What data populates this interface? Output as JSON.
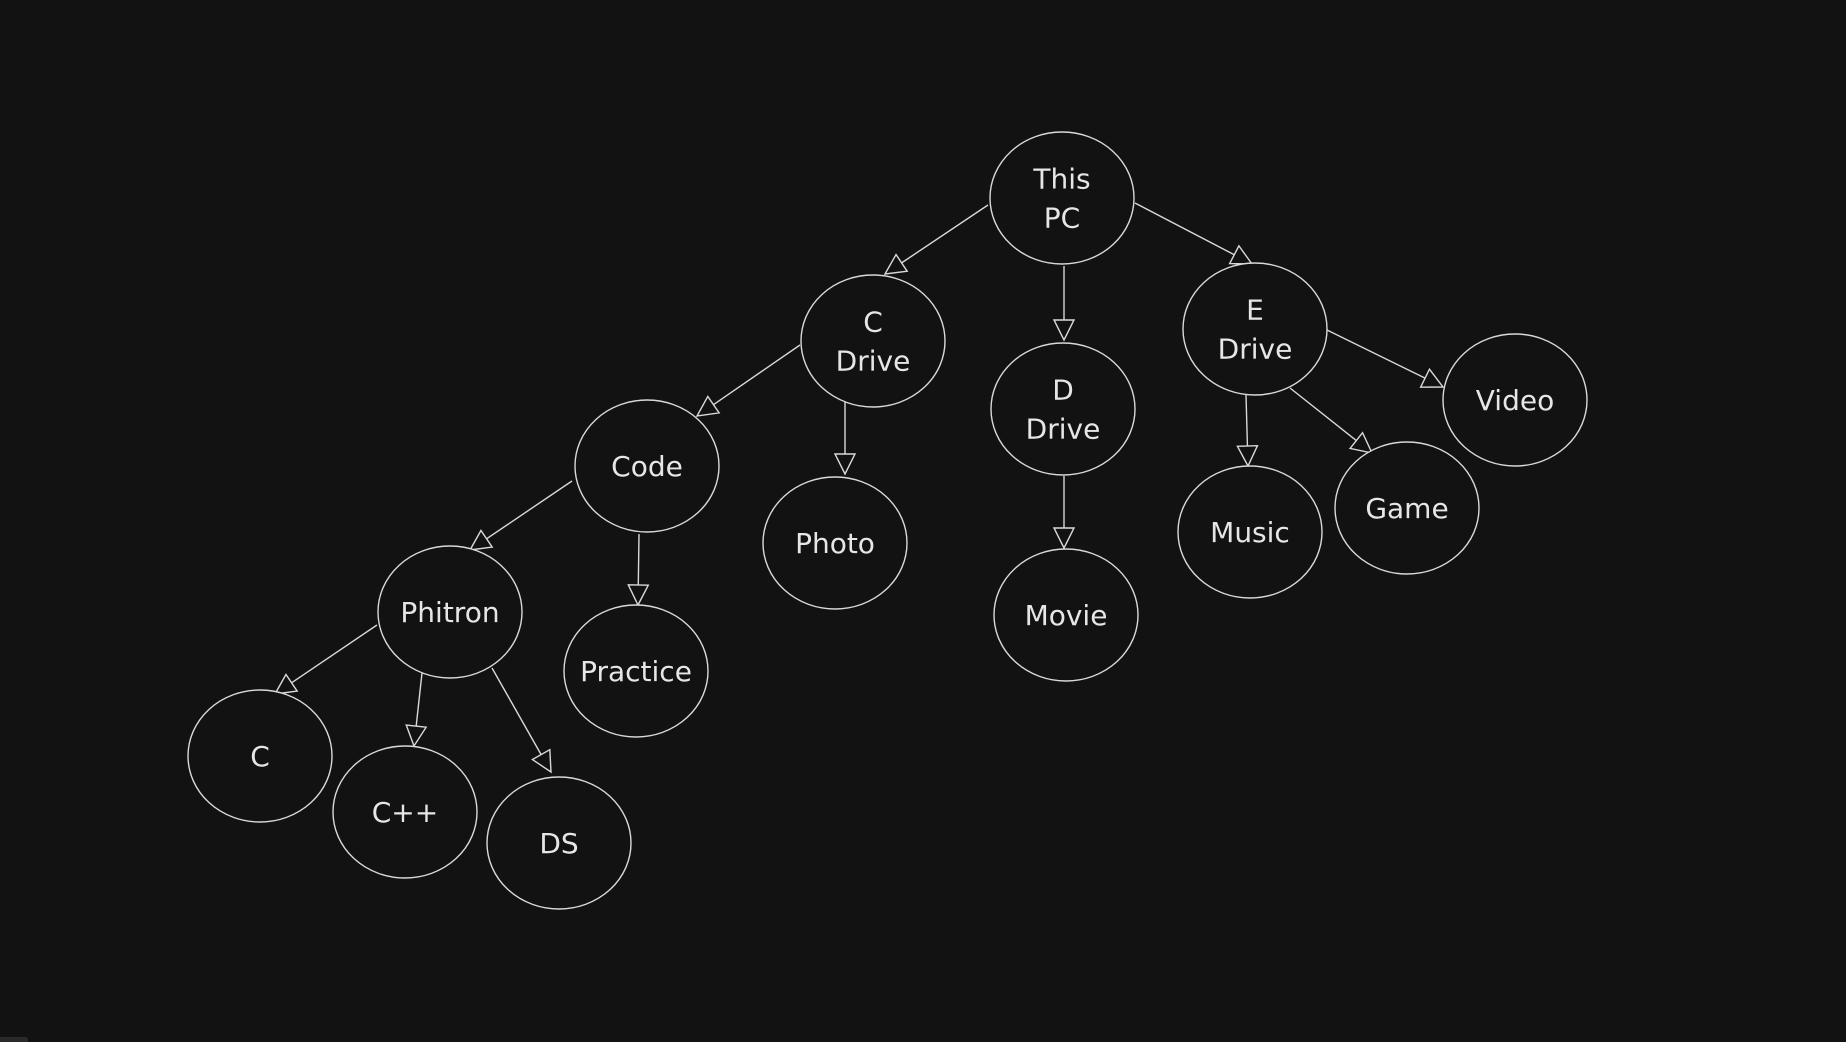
{
  "diagram": {
    "nodes": [
      {
        "id": "this-pc",
        "lines": [
          "This",
          "PC"
        ]
      },
      {
        "id": "c-drive",
        "lines": [
          "C",
          "Drive"
        ]
      },
      {
        "id": "d-drive",
        "lines": [
          "D",
          "Drive"
        ]
      },
      {
        "id": "e-drive",
        "lines": [
          "E",
          "Drive"
        ]
      },
      {
        "id": "code",
        "lines": [
          "Code"
        ]
      },
      {
        "id": "photo",
        "lines": [
          "Photo"
        ]
      },
      {
        "id": "movie",
        "lines": [
          "Movie"
        ]
      },
      {
        "id": "music",
        "lines": [
          "Music"
        ]
      },
      {
        "id": "game",
        "lines": [
          "Game"
        ]
      },
      {
        "id": "video",
        "lines": [
          "Video"
        ]
      },
      {
        "id": "phitron",
        "lines": [
          "Phitron"
        ]
      },
      {
        "id": "practice",
        "lines": [
          "Practice"
        ]
      },
      {
        "id": "c",
        "lines": [
          "C"
        ]
      },
      {
        "id": "cpp",
        "lines": [
          "C++"
        ]
      },
      {
        "id": "ds",
        "lines": [
          "DS"
        ]
      }
    ],
    "edges": [
      {
        "from": "this-pc",
        "to": "c-drive"
      },
      {
        "from": "this-pc",
        "to": "d-drive"
      },
      {
        "from": "this-pc",
        "to": "e-drive"
      },
      {
        "from": "c-drive",
        "to": "code"
      },
      {
        "from": "c-drive",
        "to": "photo"
      },
      {
        "from": "d-drive",
        "to": "movie"
      },
      {
        "from": "e-drive",
        "to": "music"
      },
      {
        "from": "e-drive",
        "to": "game"
      },
      {
        "from": "e-drive",
        "to": "video"
      },
      {
        "from": "code",
        "to": "phitron"
      },
      {
        "from": "code",
        "to": "practice"
      },
      {
        "from": "phitron",
        "to": "c"
      },
      {
        "from": "phitron",
        "to": "cpp"
      },
      {
        "from": "phitron",
        "to": "ds"
      }
    ]
  }
}
